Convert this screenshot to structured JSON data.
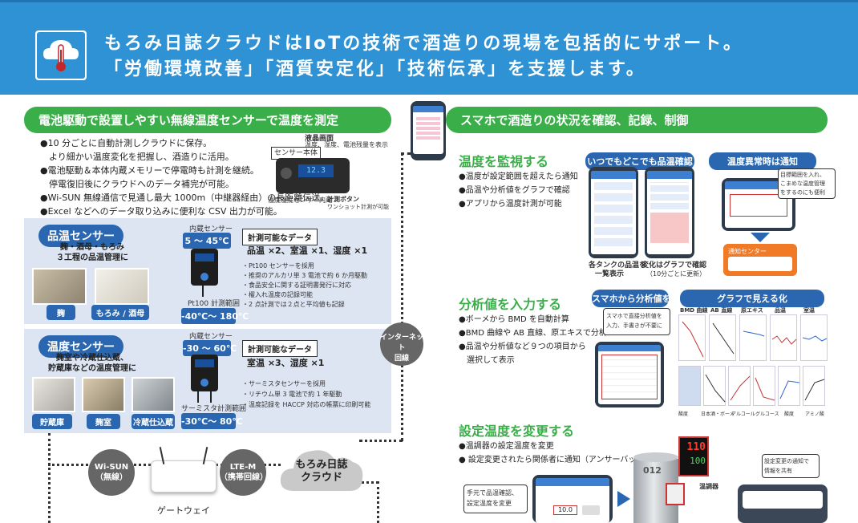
{
  "header": {
    "line1": "もろみ日誌クラウドはIoTの技術で酒造りの現場を包括的にサポート。",
    "line2": "「労働環境改善」「酒質安定化」「技術伝承」を支援します。"
  },
  "left": {
    "pill": "電池駆動で設置しやすい無線温度センサーで温度を測定",
    "bullets": [
      "●10 分ごとに自動計測しクラウドに保存。",
      "　より細かい温度変化を把握し、酒造りに活用。",
      "●電池駆動＆本体内蔵メモリーで停電時も計測を継続。",
      "　停電復旧後にクラウドへのデータ補完が可能。",
      "●Wi-SUN 無線通信で見通し最大 1000m（中継器経由）の長距離伝送。",
      "●Excel などへのデータ取り込みに便利な CSV 出力が可能。"
    ],
    "device": {
      "body_label": "センサー本体",
      "screen_label": "液晶画面",
      "screen_sub": "温度、湿度、電池残量を表示",
      "inner_label": "温度湿度センサー内蔵",
      "button_label": "計測ボタン",
      "button_sub": "ワンショット計測が可能",
      "display_value": "12.3"
    },
    "sensor1": {
      "title": "品温センサー",
      "desc1": "麹・酒母・もろみ",
      "desc2": "３工程の品温管理に",
      "inner_label": "内蔵センサー",
      "inner_range": "5 ～ 45℃",
      "probe_label": "Pt100 計測範囲",
      "probe_range": "-40℃～ 180℃",
      "data_title": "計測可能なデータ",
      "data_value": "品温 ×2、室温 ×1、湿度 ×1",
      "photo1": "麹",
      "photo2": "もろみ / 酒母",
      "notes": [
        "・Pt100 センサーを採用",
        "・推奨のアルカリ単 3 電池で約 6 か月駆動",
        "・食品安全に関する証明書発行に対応",
        "・櫂入れ温度の記録可能",
        "・2 点計測では２点と平均値も記録"
      ]
    },
    "sensor2": {
      "title": "温度センサー",
      "desc1": "麹室や冷蔵仕込蔵、",
      "desc2": "貯蔵庫などの温度管理に",
      "inner_label": "内蔵センサー",
      "inner_range": "-30 ～ 60℃",
      "probe_label": "サーミスタ計測範囲",
      "probe_range": "-30℃～ 80℃",
      "data_title": "計測可能なデータ",
      "data_value": "室温 ×3、湿度 ×1",
      "photo1": "貯蔵庫",
      "photo2": "麹室",
      "photo3": "冷蔵仕込蔵",
      "notes": [
        "・サーミスタセンサーを採用",
        "・リチウム単 3 電池で約 1 年駆動",
        "・温度記録を HACCP 対応の帳票に印刷可能"
      ]
    },
    "network": {
      "wisun": "Wi-SUN",
      "wisun_sub": "（無線）",
      "gateway": "ゲートウェイ",
      "ltem": "LTE-M",
      "ltem_sub": "（携帯回線）",
      "cloud1": "もろみ日誌",
      "cloud2": "クラウド",
      "internet1": "インターネット",
      "internet2": "回線"
    }
  },
  "right": {
    "pill": "スマホで酒造りの状況を確認、記録、制御",
    "sec1": {
      "title": "温度を監視する",
      "bullets": [
        "●温度が設定範囲を超えたら通知",
        "●品温や分析値をグラフで確認",
        "●アプリから温度計測が可能"
      ],
      "hdr1": "いつでもどこでも品温確認",
      "hdr2": "温度異常時は通知",
      "cap1": "各タンクの品温を",
      "cap1b": "一覧表示",
      "cap2": "変化はグラフで確認",
      "cap2b": "（10分ごとに更新）",
      "callout1": "目標範囲を入れ、",
      "callout2": "こまめな温度管理",
      "callout3": "をするのにも便利",
      "notify": "通知センター"
    },
    "sec2": {
      "title": "分析値を入力する",
      "bullets": [
        "●ボーメから BMD を自動計算",
        "●BMD 曲線や AB 直線、原エキスで分析",
        "●品温や分析値など９つの項目から",
        "　選択して表示"
      ],
      "hdr1": "スマホから分析値を入力",
      "hdr2": "グラフで見える化",
      "callout1": "スマホで直接分析値を",
      "callout2": "入力、手書きが不要に",
      "top_labels": [
        "BMD 曲線",
        "AB 直線",
        "原エキス",
        "品温",
        "室温"
      ],
      "bottom_labels": [
        "酸度",
        "日本酒・ボーメ",
        "アルコール",
        "グルコース",
        "酸度",
        "アミノ酸"
      ]
    },
    "sec3": {
      "title": "設定温度を変更する",
      "bullets": [
        "●温調器の設定温度を変更",
        "● 設定変更されたら関係者に通知（アンサーバック）"
      ],
      "callout1": "手元で品温確認、",
      "callout2": "設定温度を変更",
      "tank": "012",
      "controller_label": "温調器",
      "ctrl_top": "110",
      "ctrl_bottom": "100",
      "notice1": "設定変更の通知で",
      "notice2": "情報を共有",
      "app_value": "10.0"
    }
  }
}
